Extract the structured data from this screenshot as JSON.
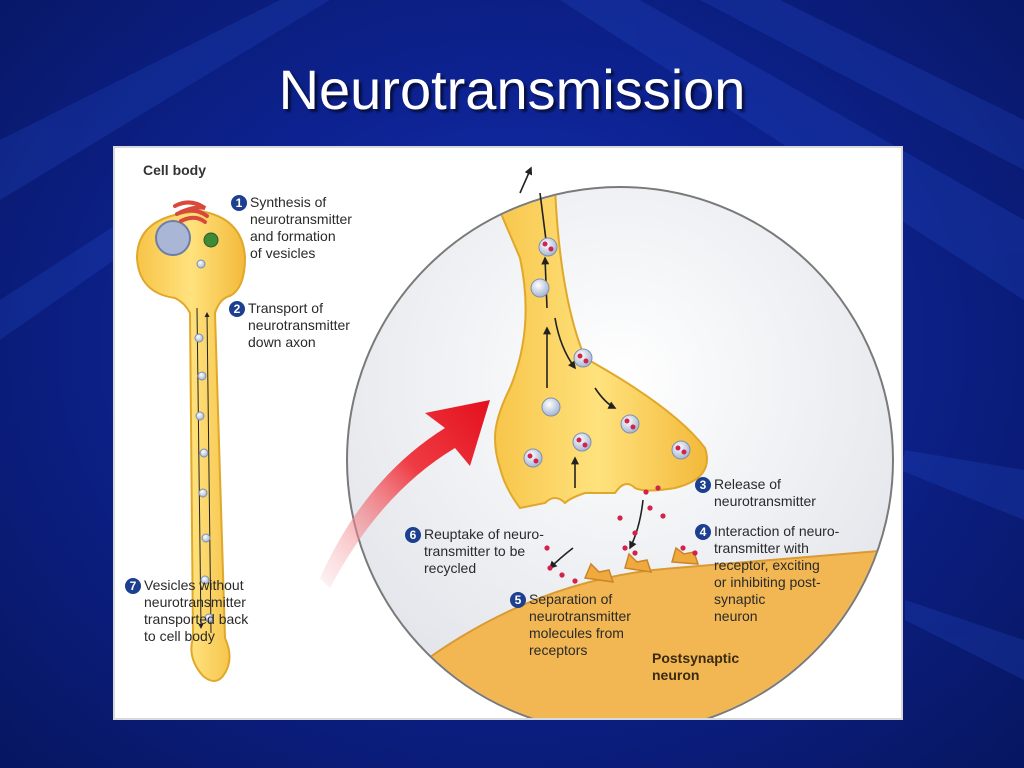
{
  "slide": {
    "title": "Neurotransmission"
  },
  "figure": {
    "cell_body_label": "Cell body",
    "postsynaptic_label": "Postsynaptic\nneuron",
    "steps": [
      {
        "num": "1",
        "text": "Synthesis of\nneurotransmitter\nand formation\nof vesicles"
      },
      {
        "num": "2",
        "text": "Transport of\nneurotransmitter\ndown axon"
      },
      {
        "num": "3",
        "text": "Release of\nneurotransmitter"
      },
      {
        "num": "4",
        "text": "Interaction of neuro-\ntransmitter with\nreceptor, exciting\nor inhibiting post-\nsynaptic\nneuron"
      },
      {
        "num": "5",
        "text": "Separation of\nneurotransmitter\nmolecules from\nreceptors"
      },
      {
        "num": "6",
        "text": "Reuptake of neuro-\ntransmitter to be\nrecycled"
      },
      {
        "num": "7",
        "text": "Vesicles without\nneurotransmitter\ntransported back\nto cell body"
      }
    ]
  },
  "colors": {
    "background": "#0d2290",
    "neuron_fill": "#fbd357",
    "neuron_stroke": "#e0a82a",
    "postsynaptic_fill": "#f2b753",
    "vesicle": "#b9c7e0",
    "neurotransmitter": "#d2234a",
    "arrow": "#e5202c",
    "step_badge": "#1d3f8f"
  }
}
